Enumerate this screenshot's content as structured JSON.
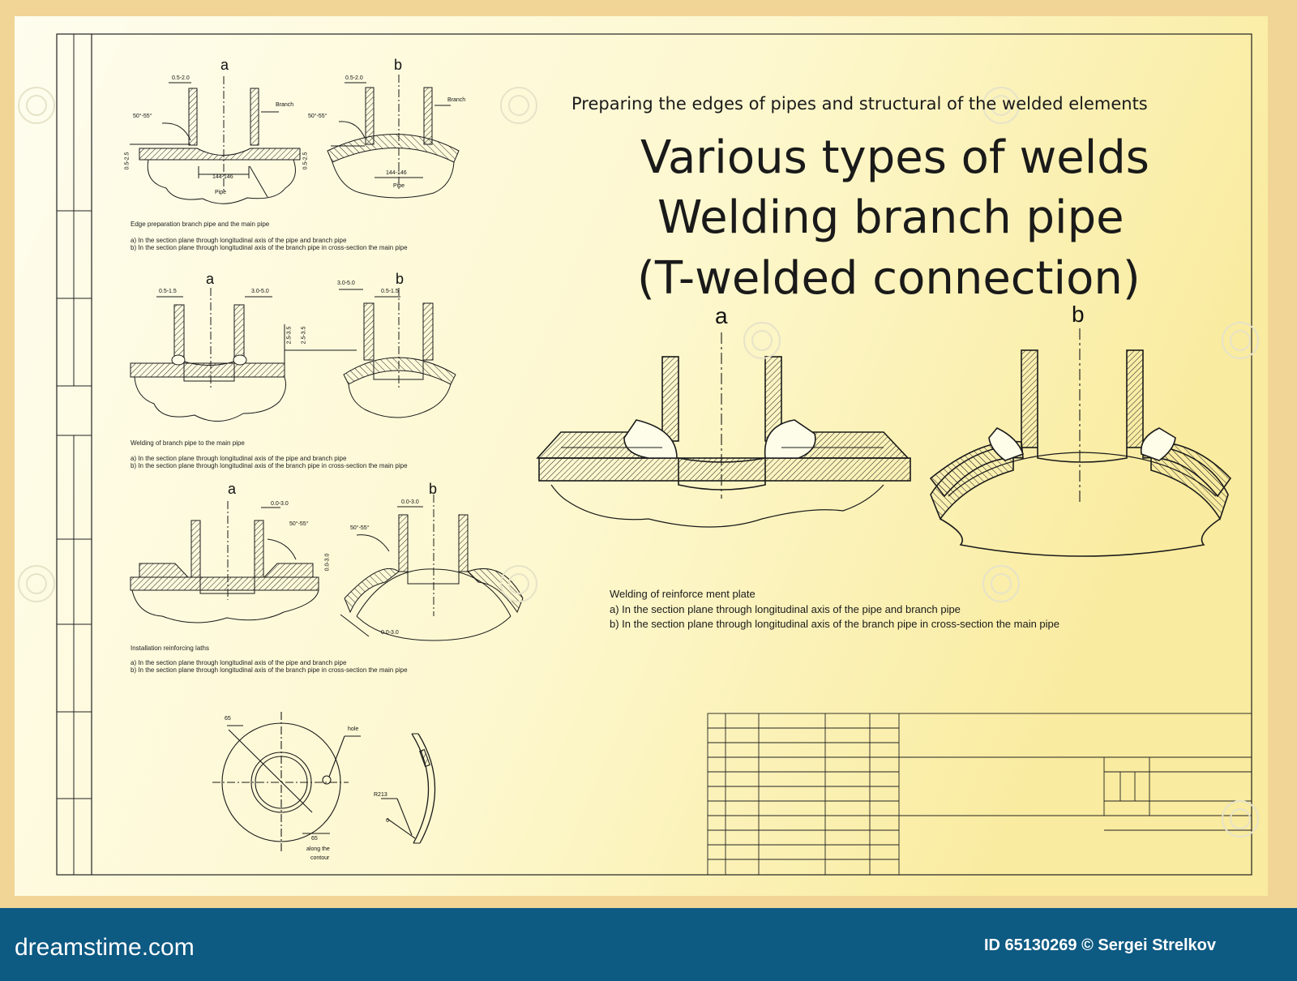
{
  "sheet": {
    "subtitle": "Preparing the edges of pipes and structural of the welded elements",
    "title_line1": "Various types of welds",
    "title_line2": "Welding branch pipe",
    "title_line3": "(T-welded connection)"
  },
  "label_a": "a",
  "label_b": "b",
  "section1": {
    "caption_title": "Edge preparation branch pipe and the main pipe",
    "caption_a": "a) In the section plane through longitudinal axis of the pipe and branch pipe",
    "caption_b": "b) In the section plane through longitudinal axis of the branch pipe in cross-section the main pipe",
    "dim_gap": "0.5-2.0",
    "dim_angle": "50°-55°",
    "dim_thickness": "0.5-2.5",
    "dim_width": "144-146",
    "label_branch": "Branch",
    "label_pipe": "Pipe"
  },
  "section2": {
    "caption_title": "Welding of branch pipe to the main pipe",
    "caption_a": "a) In the section plane through longitudinal axis of the pipe and branch pipe",
    "caption_b": "b) In the section plane through longitudinal axis of the branch pipe in cross-section the main pipe",
    "dim_gap_left": "0.5-1.5",
    "dim_gap_right": "3.0-5.0",
    "dim_height": "2.5-3.5"
  },
  "section3": {
    "caption_title": "Installation reinforcing laths",
    "caption_a": "a) In the section plane through longitudinal axis of the pipe and branch pipe",
    "caption_b": "b) In the section plane through longitudinal axis of the branch pipe in cross-section the main pipe",
    "dim_gap": "0.0-3.0",
    "dim_angle": "50°-55°"
  },
  "plate_detail": {
    "dim_65": "65",
    "label_hole": "hole",
    "label_along": "along the",
    "label_contour": "contour",
    "dim_radius": "R213",
    "dim_6": "6"
  },
  "big_caption": {
    "title": "Welding of reinforce ment plate",
    "line_a": "a) In the section plane through longitudinal axis of the pipe and branch pipe",
    "line_b": "b) In the section plane through longitudinal axis of the branch pipe in cross-section the main pipe"
  },
  "footer": {
    "logo": "dreamstime.com",
    "id_credit": "ID 65130269 © Sergei Strelkov"
  },
  "colors": {
    "paper_light": "#fefdea",
    "paper_yellow": "#f9eb9e",
    "border": "#f1d596",
    "footer": "#0d5a83",
    "ink": "#1a1a1a"
  }
}
